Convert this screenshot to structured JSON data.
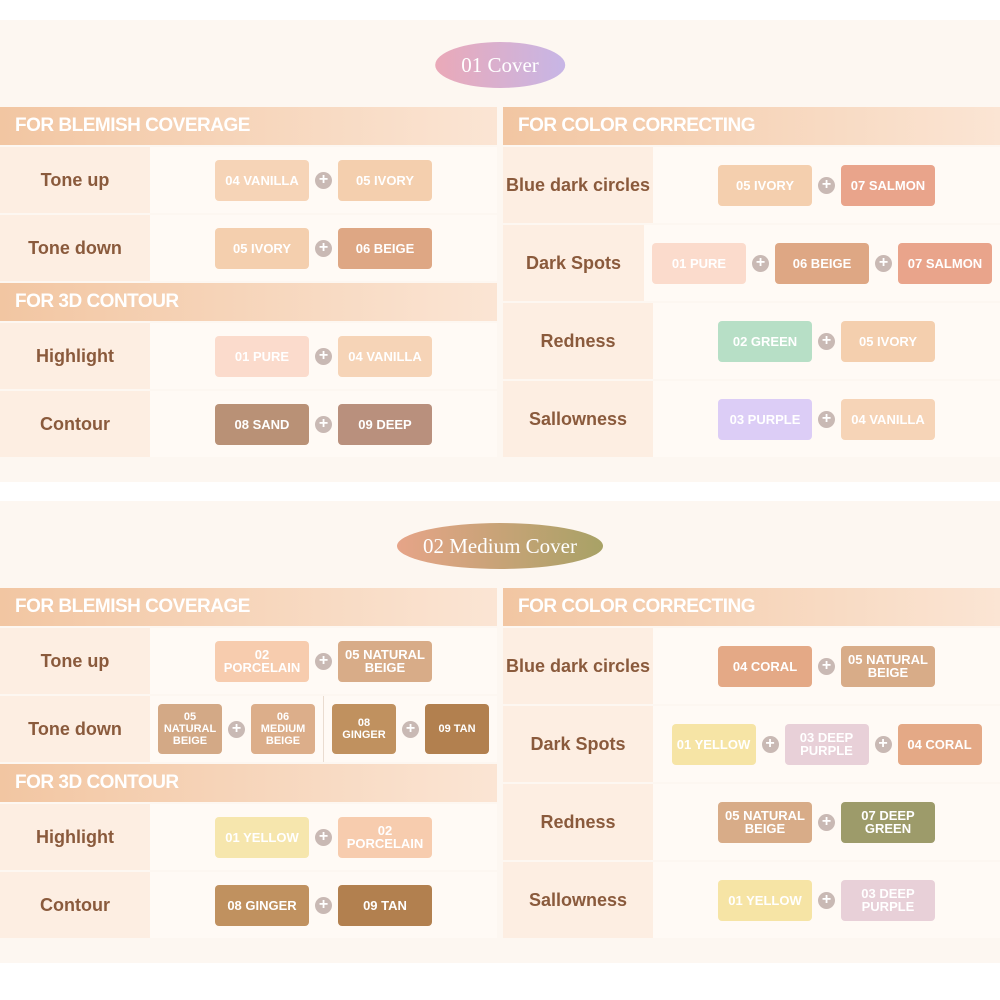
{
  "sections": [
    {
      "title": "01 Cover",
      "pill_colors": [
        "#eaa9b8",
        "#c7b6e6"
      ],
      "left": [
        {
          "header": "FOR BLEMISH COVERAGE",
          "rows": [
            {
              "label": "Tone up",
              "groups": [
                [
                  {
                    "name": "04 VANILLA",
                    "color": "#f6d4b7"
                  },
                  {
                    "name": "05 IVORY",
                    "color": "#f4cfae"
                  }
                ]
              ]
            },
            {
              "label": "Tone down",
              "groups": [
                [
                  {
                    "name": "05 IVORY",
                    "color": "#f4cfae"
                  },
                  {
                    "name": "06 BEIGE",
                    "color": "#dea784"
                  }
                ]
              ]
            }
          ]
        },
        {
          "header": "FOR 3D CONTOUR",
          "rows": [
            {
              "label": "Highlight",
              "groups": [
                [
                  {
                    "name": "01 PURE",
                    "color": "#fbdbcc"
                  },
                  {
                    "name": "04 VANILLA",
                    "color": "#f6d4b7"
                  }
                ]
              ]
            },
            {
              "label": "Contour",
              "groups": [
                [
                  {
                    "name": "08 SAND",
                    "color": "#b99176"
                  },
                  {
                    "name": "09 DEEP",
                    "color": "#b9907d"
                  }
                ]
              ]
            }
          ]
        }
      ],
      "right": {
        "header": "FOR COLOR CORRECTING",
        "rows": [
          {
            "label": "Blue dark circles",
            "groups": [
              [
                {
                  "name": "05 IVORY",
                  "color": "#f4cfae"
                },
                {
                  "name": "07 SALMON",
                  "color": "#e9a48b"
                }
              ]
            ]
          },
          {
            "label": "Dark Spots",
            "groups": [
              [
                {
                  "name": "01 PURE",
                  "color": "#fbdbcc"
                },
                {
                  "name": "06 BEIGE",
                  "color": "#dea784"
                },
                {
                  "name": "07 SALMON",
                  "color": "#e9a48b"
                }
              ]
            ]
          },
          {
            "label": "Redness",
            "groups": [
              [
                {
                  "name": "02 GREEN",
                  "color": "#b7dfc6"
                },
                {
                  "name": "05 IVORY",
                  "color": "#f4cfae"
                }
              ]
            ]
          },
          {
            "label": "Sallowness",
            "groups": [
              [
                {
                  "name": "03 PURPLE",
                  "color": "#dccdf6"
                },
                {
                  "name": "04 VANILLA",
                  "color": "#f6d4b7"
                }
              ]
            ]
          }
        ]
      }
    },
    {
      "title": "02 Medium Cover",
      "pill_colors": [
        "#e6a488",
        "#a8a266"
      ],
      "left": [
        {
          "header": "FOR BLEMISH COVERAGE",
          "rows": [
            {
              "label": "Tone up",
              "groups": [
                [
                  {
                    "name": "02 PORCELAIN",
                    "color": "#f7ccae"
                  },
                  {
                    "name": "05 NATURAL BEIGE",
                    "color": "#d8ac88"
                  }
                ]
              ]
            },
            {
              "label": "Tone down",
              "groups": [
                [
                  {
                    "name": "05 NATURAL BEIGE",
                    "color": "#d3a986",
                    "size": "sm"
                  },
                  {
                    "name": "06 MEDIUM BEIGE",
                    "color": "#dcae8a",
                    "size": "sm"
                  }
                ],
                [
                  {
                    "name": "08 GINGER",
                    "color": "#c0915f",
                    "size": "sm"
                  },
                  {
                    "name": "09 TAN",
                    "color": "#b2804f",
                    "size": "sm"
                  }
                ]
              ]
            }
          ]
        },
        {
          "header": "FOR 3D CONTOUR",
          "rows": [
            {
              "label": "Highlight",
              "groups": [
                [
                  {
                    "name": "01 YELLOW",
                    "color": "#f6e6ad"
                  },
                  {
                    "name": "02 PORCELAIN",
                    "color": "#f7ccae"
                  }
                ]
              ]
            },
            {
              "label": "Contour",
              "groups": [
                [
                  {
                    "name": "08 GINGER",
                    "color": "#c0915f"
                  },
                  {
                    "name": "09 TAN",
                    "color": "#b2804f"
                  }
                ]
              ]
            }
          ]
        }
      ],
      "right": {
        "header": "FOR COLOR CORRECTING",
        "rows": [
          {
            "label": "Blue dark circles",
            "groups": [
              [
                {
                  "name": "04 CORAL",
                  "color": "#e4a986"
                },
                {
                  "name": "05 NATURAL BEIGE",
                  "color": "#d8ac88"
                }
              ]
            ]
          },
          {
            "label": "Dark Spots",
            "groups": [
              [
                {
                  "name": "01 YELLOW",
                  "color": "#f6e4a5",
                  "size": "md"
                },
                {
                  "name": "03 DEEP PURPLE",
                  "color": "#e8d0d8",
                  "size": "md"
                },
                {
                  "name": "04 CORAL",
                  "color": "#e4a986",
                  "size": "md"
                }
              ]
            ]
          },
          {
            "label": "Redness",
            "groups": [
              [
                {
                  "name": "05 NATURAL BEIGE",
                  "color": "#d8ac88"
                },
                {
                  "name": "07 DEEP GREEN",
                  "color": "#9d9b6a"
                }
              ]
            ]
          },
          {
            "label": "Sallowness",
            "groups": [
              [
                {
                  "name": "01 YELLOW",
                  "color": "#f6e4a5"
                },
                {
                  "name": "03 DEEP PURPLE",
                  "color": "#e8d0d8"
                }
              ]
            ]
          }
        ]
      }
    }
  ]
}
